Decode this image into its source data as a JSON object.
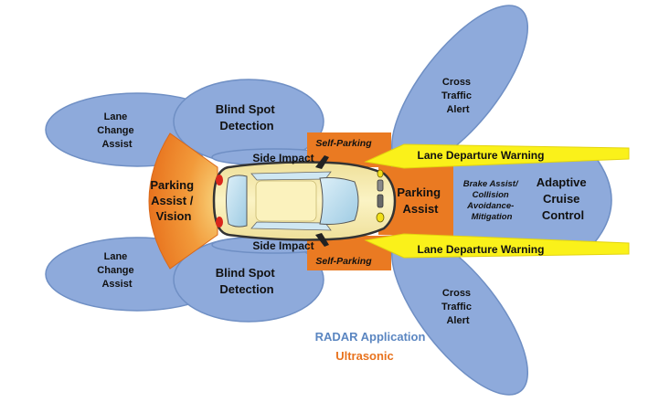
{
  "colors": {
    "radar": "#8EAADB",
    "radar_stroke": "#6F8FC4",
    "ultrasonic": "#EA7A22",
    "ultrasonic_glow": "#F7C36A",
    "lane_warning": "#FAF11A",
    "car_body": "#F6EBA8",
    "car_window": "#BFDDEF",
    "legend_radar": "#5B86C1",
    "legend_ultrasonic": "#E8731E"
  },
  "labels": {
    "lane_change_top": [
      "Lane",
      "Change",
      "Assist"
    ],
    "lane_change_bottom": [
      "Lane",
      "Change",
      "Assist"
    ],
    "blind_spot_top": [
      "Blind Spot",
      "Detection"
    ],
    "blind_spot_bottom": [
      "Blind Spot",
      "Detection"
    ],
    "cross_traffic_top": [
      "Cross",
      "Traffic",
      "Alert"
    ],
    "cross_traffic_bottom": [
      "Cross",
      "Traffic",
      "Alert"
    ],
    "side_impact_top": "Side Impact",
    "side_impact_bottom": "Side Impact",
    "self_parking_top": "Self-Parking",
    "self_parking_bottom": "Self-Parking",
    "lane_departure_top": "Lane Departure Warning",
    "lane_departure_bottom": "Lane Departure Warning",
    "parking_rear": [
      "Parking",
      "Assist /",
      "Vision"
    ],
    "parking_front": [
      "Parking",
      "Assist"
    ],
    "brake_assist": [
      "Brake Assist/",
      "Collision",
      "Avoidance-",
      "Mitigation"
    ],
    "adaptive_cruise": [
      "Adaptive",
      "Cruise",
      "Control"
    ]
  },
  "legend": {
    "radar": "RADAR Application",
    "ultrasonic": "Ultrasonic"
  }
}
